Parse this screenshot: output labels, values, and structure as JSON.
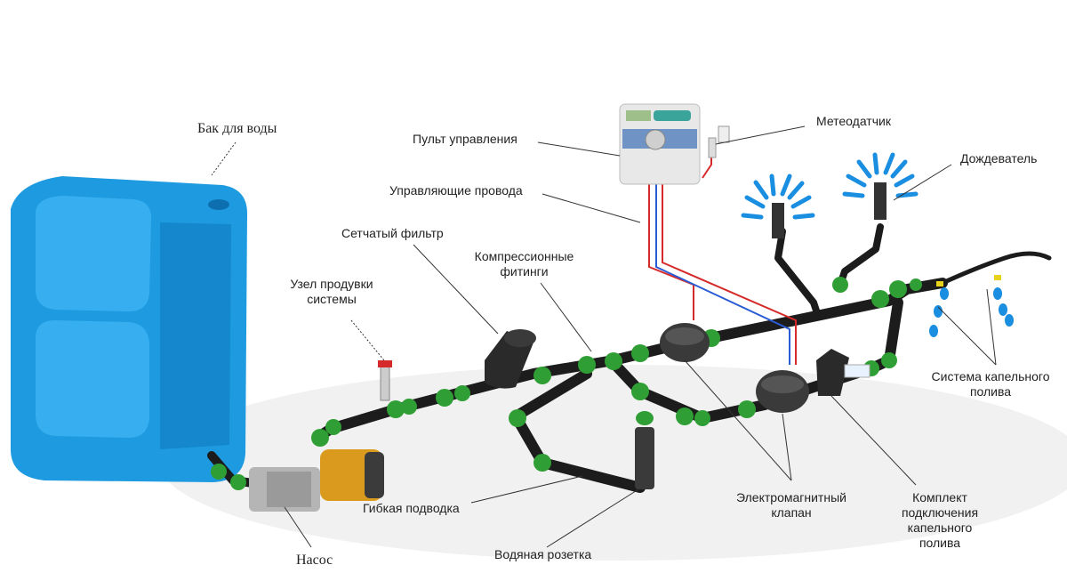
{
  "labels": {
    "tank": "Бак для воды",
    "controller": "Пульт управления",
    "weather_sensor": "Метеодатчик",
    "sprinkler": "Дождеватель",
    "control_wires": "Управляющие провода",
    "mesh_filter": "Сетчатый фильтр",
    "compression_fittings": "Компрессионные фитинги",
    "purge_unit": "Узел продувки системы",
    "drip_system": "Система капельного полива",
    "solenoid_valve": "Электромагнитный клапан",
    "drip_kit": "Комплект подключения капельного полива",
    "flexible_hose": "Гибкая подводка",
    "pump": "Насос",
    "water_outlet": "Водяная розетка"
  },
  "colors": {
    "tank": "#1e9be0",
    "tank_dark": "#0d6fb0",
    "pipe": "#1c1c1c",
    "fitting": "#2f9e34",
    "pump_body": "#d99a1e",
    "wire_red": "#d62a2a",
    "wire_blue": "#2a5bd6",
    "spray": "#1a8ee0",
    "controller": "#e8e8e8"
  },
  "icons": {
    "sprinkler": "sprinkler-icon",
    "controller": "controller-icon",
    "drip": "water-drop-icon"
  }
}
